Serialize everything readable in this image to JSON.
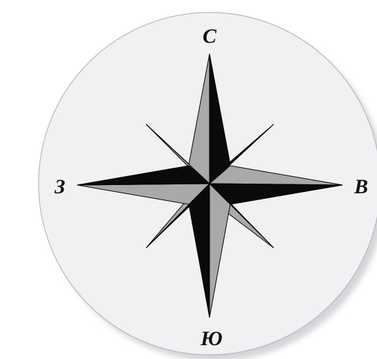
{
  "compass": {
    "north": "С",
    "east": "В",
    "south": "Ю",
    "west": "З"
  },
  "colors": {
    "disc_fill": "#f2f0f3",
    "disc_stroke": "#b9b6bc",
    "shadow": "#d6d4d8",
    "point_dark": "#0a0a0a",
    "point_light": "#a9a9ab",
    "outline": "#000000",
    "label": "#111111"
  }
}
